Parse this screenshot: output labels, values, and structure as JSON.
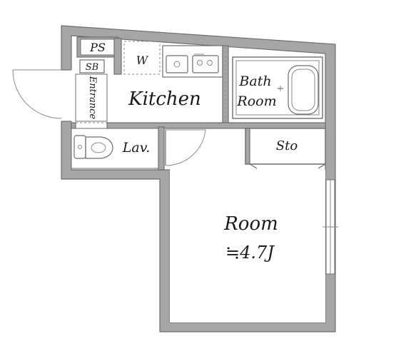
{
  "labels": {
    "ps": "PS",
    "sb": "SB",
    "w": "W",
    "kitchen": "Kitchen",
    "entrance": "Entrance",
    "bath_line1": "Bath",
    "bath_line2": "Room",
    "lav": "Lav.",
    "sto": "Sto",
    "room": "Room",
    "room_area": "≒4.7J"
  },
  "colors": {
    "wall": "#a6a6a6",
    "wall_edge": "#6e6e6e",
    "text": "#1a1a1a",
    "background": "#ffffff"
  }
}
